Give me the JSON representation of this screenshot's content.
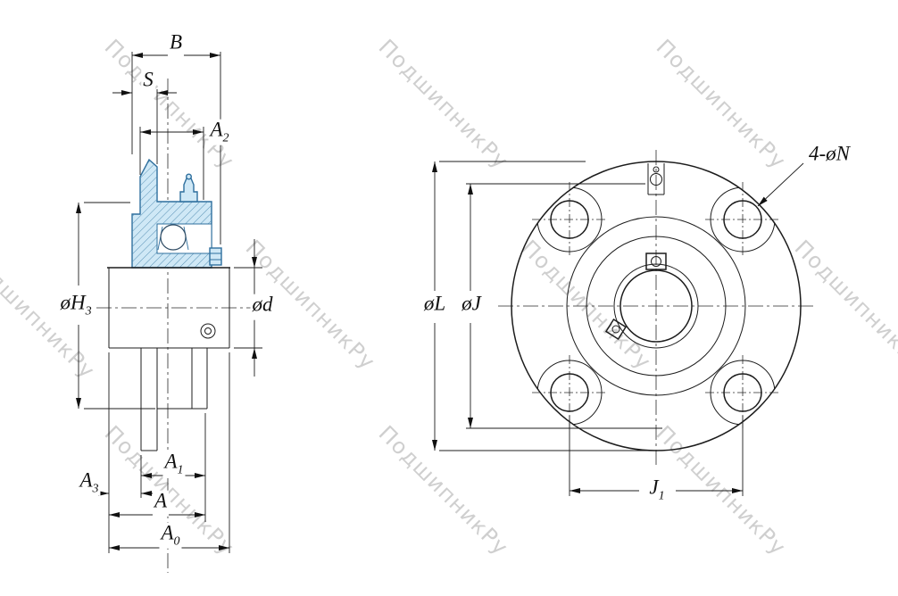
{
  "watermark": {
    "text": "ПодшипникРу"
  },
  "left_view": {
    "dims": {
      "B": {
        "base": "B",
        "sub": ""
      },
      "S": {
        "base": "S",
        "sub": ""
      },
      "A2": {
        "base": "A",
        "sub": "2"
      },
      "H3": {
        "base": "øH",
        "sub": "3"
      },
      "d": {
        "base": "ød",
        "sub": ""
      },
      "A1": {
        "base": "A",
        "sub": "1"
      },
      "A3": {
        "base": "A",
        "sub": "3"
      },
      "A": {
        "base": "A",
        "sub": ""
      },
      "A0": {
        "base": "A",
        "sub": "0"
      }
    }
  },
  "right_view": {
    "dims": {
      "L": {
        "base": "øL",
        "sub": ""
      },
      "J": {
        "base": "øJ",
        "sub": ""
      },
      "J1": {
        "base": "J",
        "sub": "1"
      },
      "N": {
        "base": "4-øN",
        "sub": ""
      }
    }
  },
  "colors": {
    "section_fill": "#cfe8f6",
    "section_stroke": "#2e6f9e",
    "line": "#1c1c1c",
    "watermark": "#c7c7c7"
  }
}
